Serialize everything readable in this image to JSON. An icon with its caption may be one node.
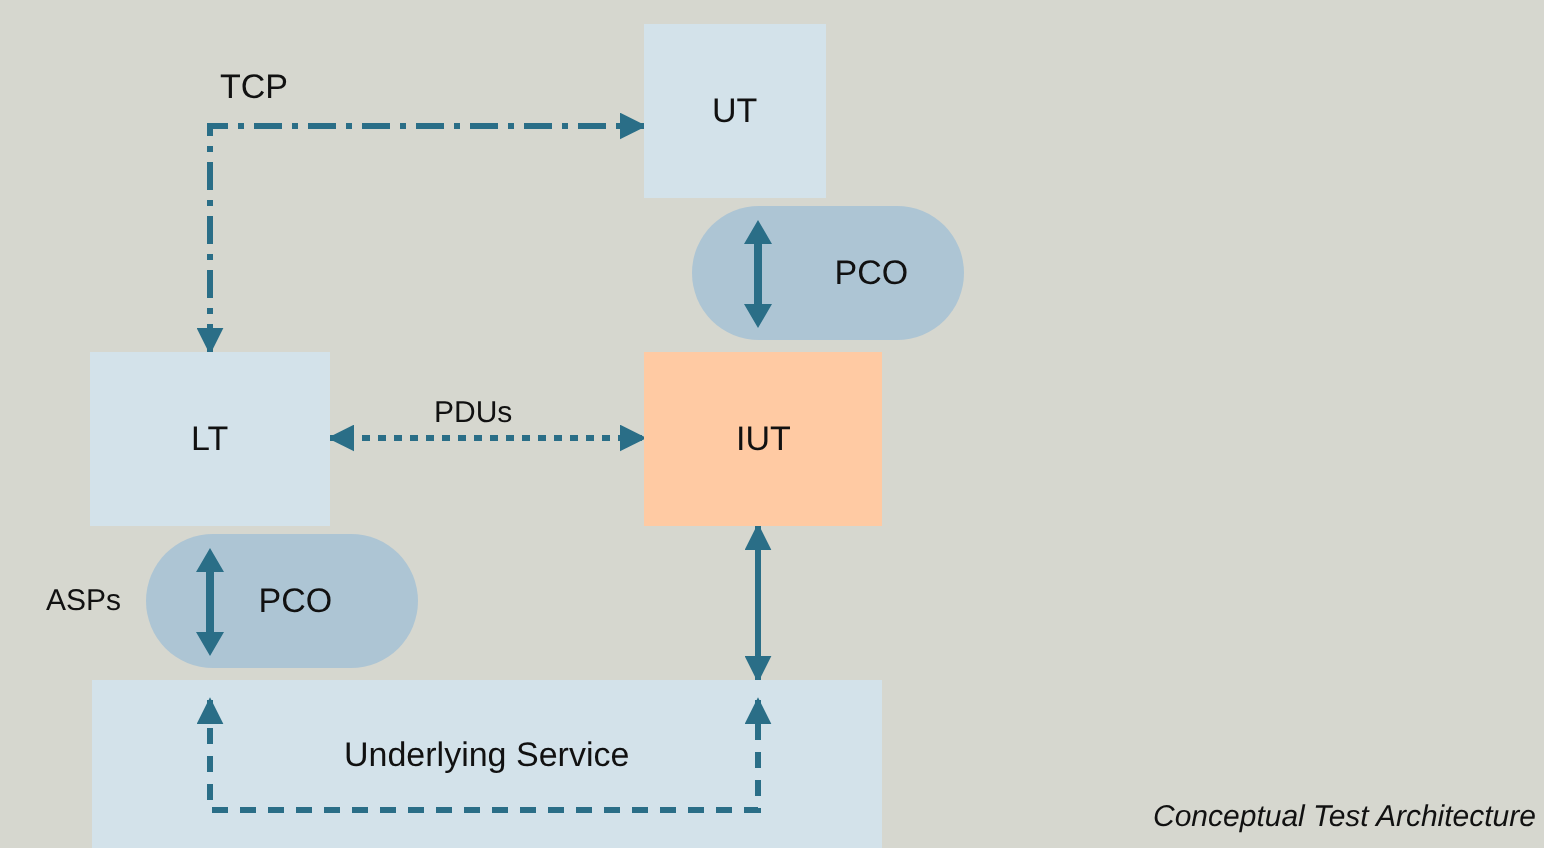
{
  "diagram": {
    "caption": "Conceptual Test Architecture",
    "nodes": [
      {
        "text": [
          "UT"
        ]
      },
      {
        "text": [
          "PCO"
        ]
      },
      {
        "text": [
          "LT"
        ]
      },
      {
        "text": [
          "IUT"
        ]
      },
      {
        "text": [
          "PCO"
        ],
        "beside": [
          "ASPs"
        ]
      },
      {
        "text": [
          "Underlying Service"
        ]
      }
    ],
    "edges": [
      {
        "from": 2,
        "to": 0,
        "arrow": "both",
        "label": "TCP",
        "style": "dashed"
      },
      {
        "from": 2,
        "to": 3,
        "arrow": "both",
        "label": "PDUs",
        "style": "dashed"
      },
      {
        "from": 3,
        "to": 5,
        "arrow": "both"
      },
      {
        "from": 5,
        "to": 5,
        "arrow": "both",
        "style": "dashed"
      }
    ]
  }
}
